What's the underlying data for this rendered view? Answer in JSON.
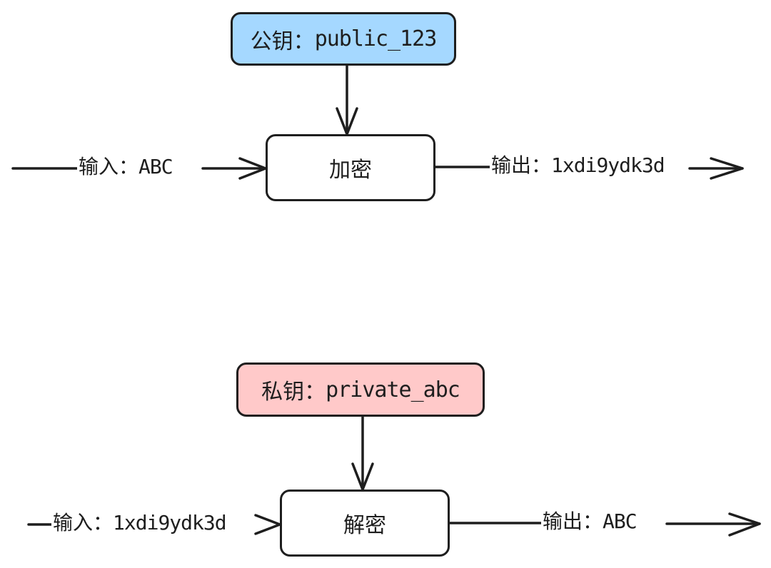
{
  "encrypt_flow": {
    "key_box": {
      "label": "公钥：",
      "value": "public_123",
      "fill": "#a5d8ff"
    },
    "process": {
      "label": "加密"
    },
    "input": {
      "label": "输入：",
      "value": "ABC"
    },
    "output": {
      "label": "输出：",
      "value": "1xdi9ydk3d"
    }
  },
  "decrypt_flow": {
    "key_box": {
      "label": "私钥：",
      "value": "private_abc",
      "fill": "#ffc9c9"
    },
    "process": {
      "label": "解密"
    },
    "input": {
      "label": "输入：",
      "value": "1xdi9ydk3d"
    },
    "output": {
      "label": "输出：",
      "value": "ABC"
    }
  },
  "colors": {
    "stroke": "#1e1e1e",
    "background": "#ffffff"
  }
}
